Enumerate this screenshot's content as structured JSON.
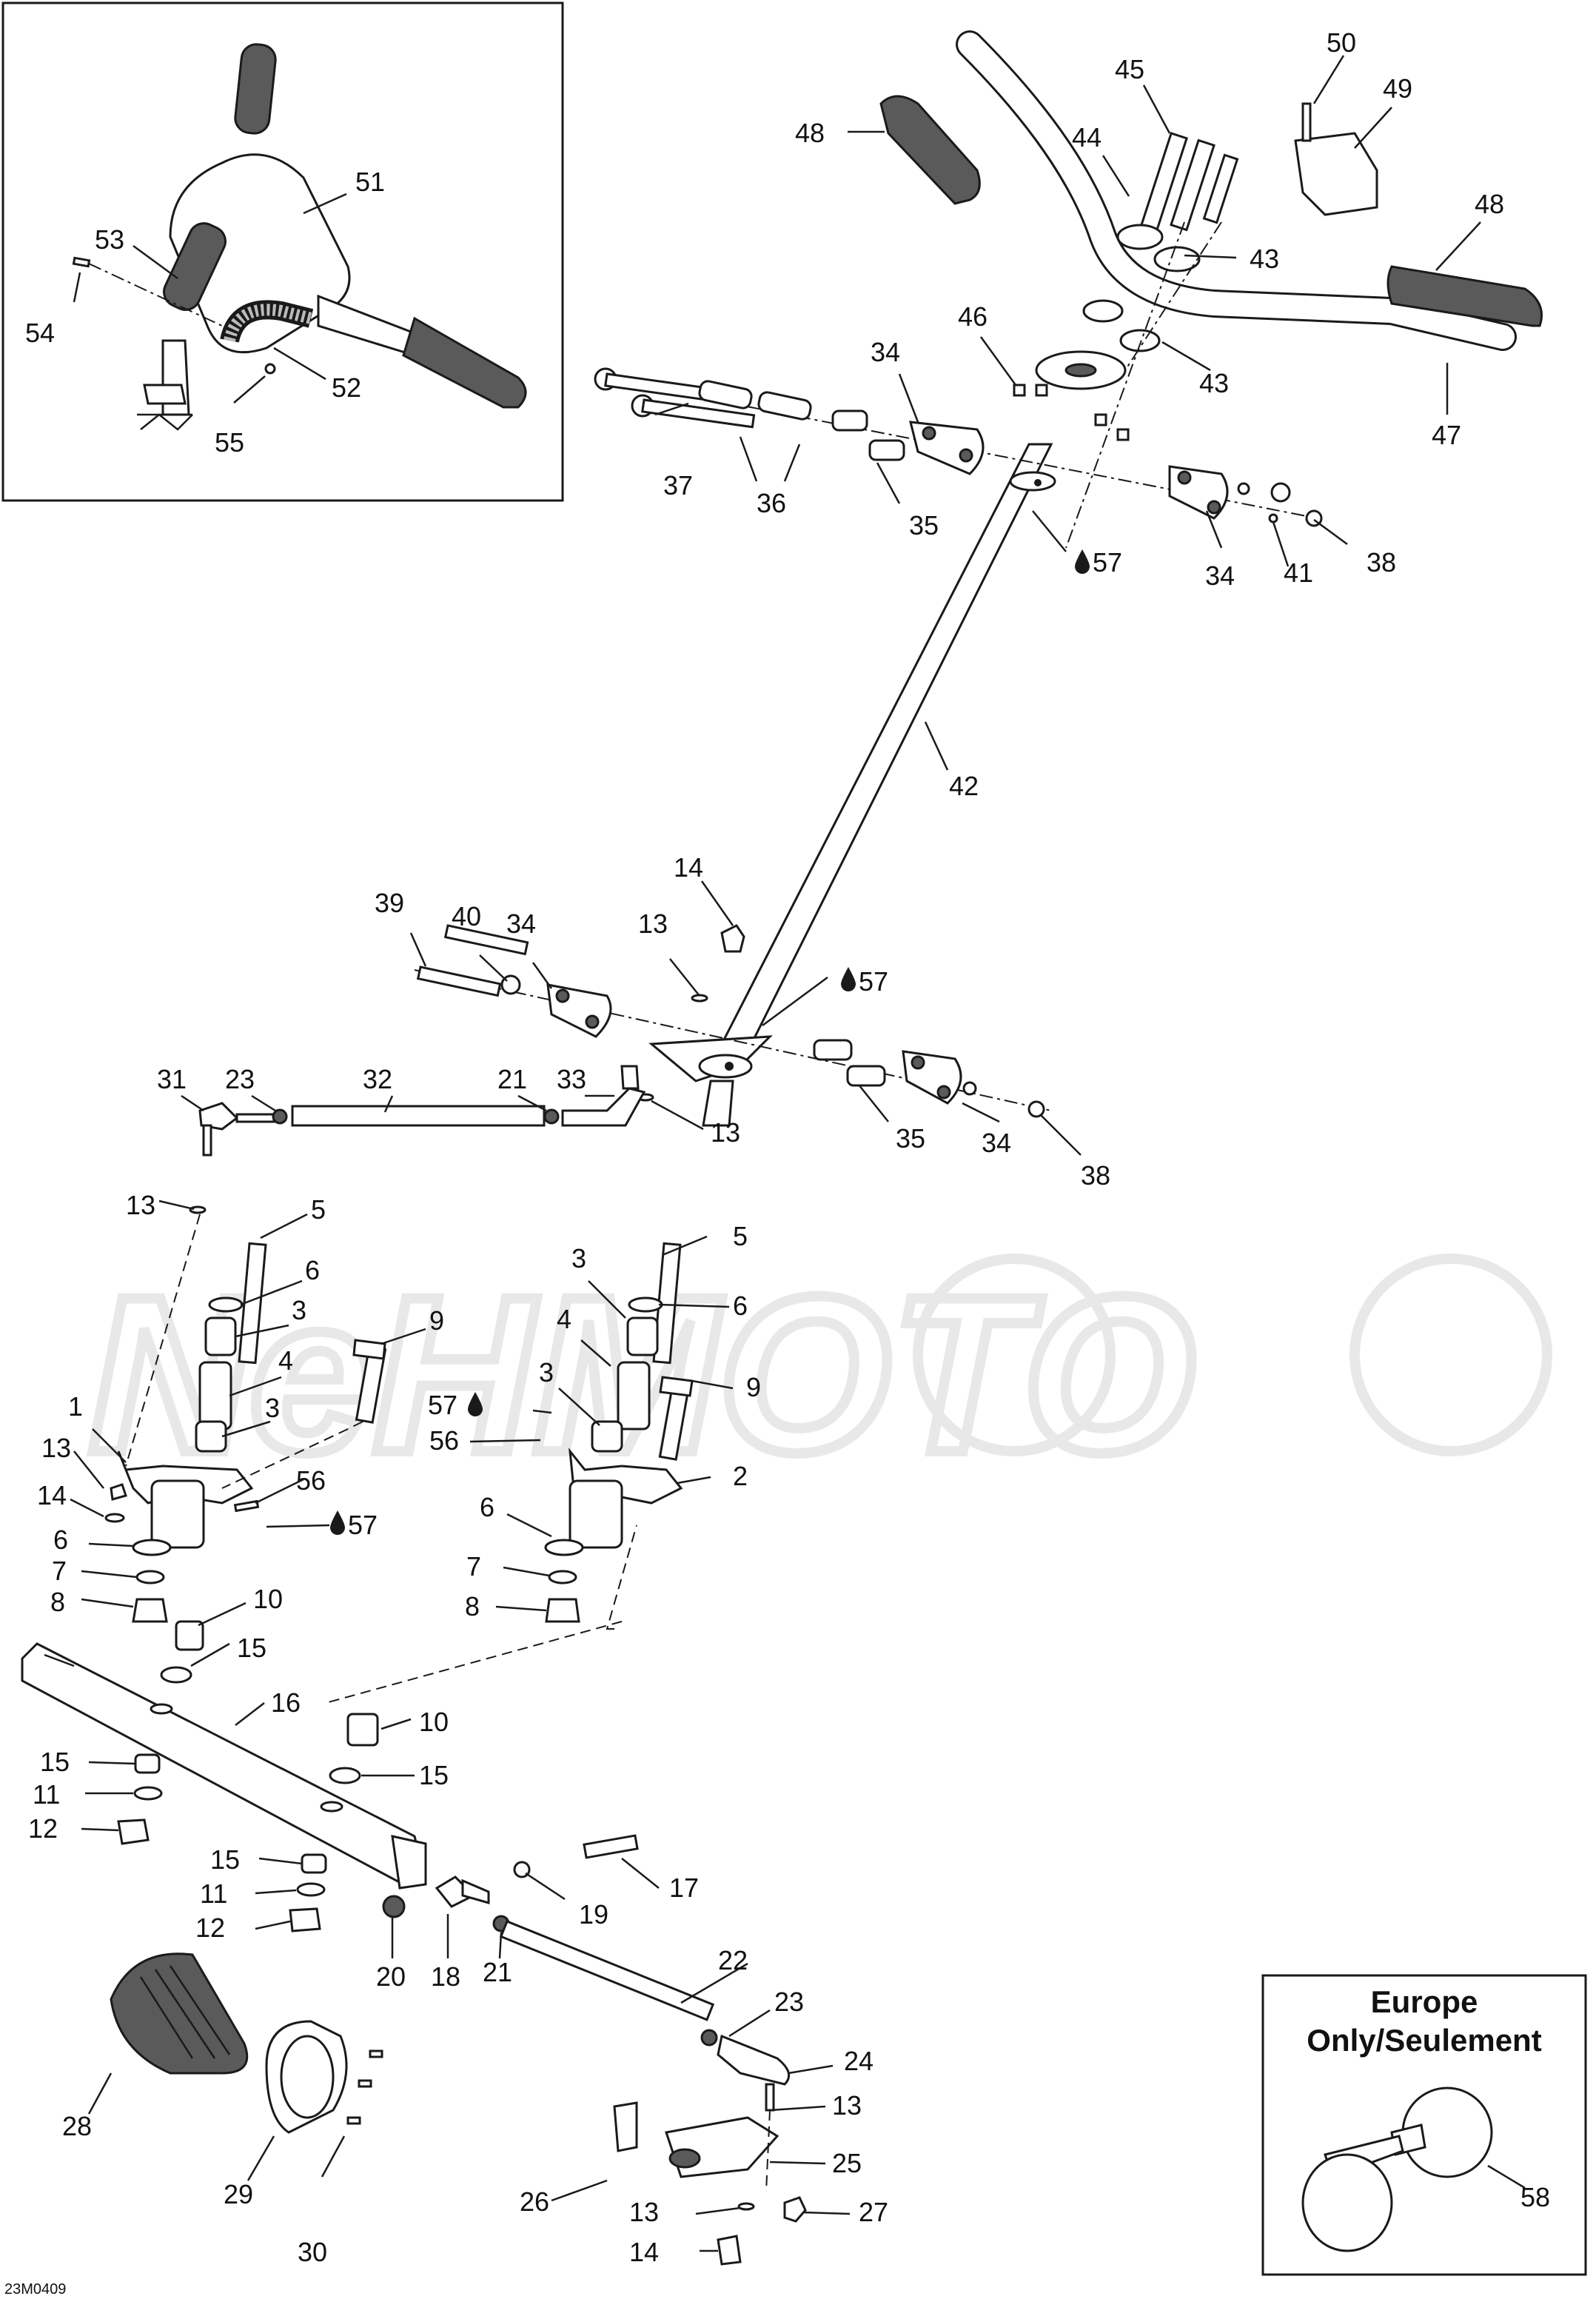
{
  "drawing_code": "23M0409",
  "inset_box": {
    "title_line1": "Europe",
    "title_line2": "Only/Seulement"
  },
  "callouts": [
    {
      "id": "c51",
      "text": "51"
    },
    {
      "id": "c53",
      "text": "53"
    },
    {
      "id": "c54",
      "text": "54"
    },
    {
      "id": "c52",
      "text": "52"
    },
    {
      "id": "c55",
      "text": "55"
    },
    {
      "id": "c48a",
      "text": "48"
    },
    {
      "id": "c45",
      "text": "45"
    },
    {
      "id": "c44",
      "text": "44"
    },
    {
      "id": "c50",
      "text": "50"
    },
    {
      "id": "c49",
      "text": "49"
    },
    {
      "id": "c48b",
      "text": "48"
    },
    {
      "id": "c43a",
      "text": "43"
    },
    {
      "id": "c43b",
      "text": "43"
    },
    {
      "id": "c46",
      "text": "46"
    },
    {
      "id": "c47",
      "text": "47"
    },
    {
      "id": "c34a",
      "text": "34"
    },
    {
      "id": "c37",
      "text": "37"
    },
    {
      "id": "c36",
      "text": "36"
    },
    {
      "id": "c35a",
      "text": "35"
    },
    {
      "id": "c57a",
      "text": "57"
    },
    {
      "id": "c34b",
      "text": "34"
    },
    {
      "id": "c41",
      "text": "41"
    },
    {
      "id": "c38a",
      "text": "38"
    },
    {
      "id": "c42",
      "text": "42"
    },
    {
      "id": "c14a",
      "text": "14"
    },
    {
      "id": "c39",
      "text": "39"
    },
    {
      "id": "c40",
      "text": "40"
    },
    {
      "id": "c34c",
      "text": "34"
    },
    {
      "id": "c13a",
      "text": "13"
    },
    {
      "id": "c57b",
      "text": "57"
    },
    {
      "id": "c31",
      "text": "31"
    },
    {
      "id": "c23a",
      "text": "23"
    },
    {
      "id": "c32",
      "text": "32"
    },
    {
      "id": "c21a",
      "text": "21"
    },
    {
      "id": "c33",
      "text": "33"
    },
    {
      "id": "c13b",
      "text": "13"
    },
    {
      "id": "c35b",
      "text": "35"
    },
    {
      "id": "c34d",
      "text": "34"
    },
    {
      "id": "c38b",
      "text": "38"
    },
    {
      "id": "c13c",
      "text": "13"
    },
    {
      "id": "c5a",
      "text": "5"
    },
    {
      "id": "c6a",
      "text": "6"
    },
    {
      "id": "c3a",
      "text": "3"
    },
    {
      "id": "c4a",
      "text": "4"
    },
    {
      "id": "c3b",
      "text": "3"
    },
    {
      "id": "c9a",
      "text": "9"
    },
    {
      "id": "c1",
      "text": "1"
    },
    {
      "id": "c13d",
      "text": "13"
    },
    {
      "id": "c14b",
      "text": "14"
    },
    {
      "id": "c56a",
      "text": "56"
    },
    {
      "id": "c57c",
      "text": "57"
    },
    {
      "id": "c6b",
      "text": "6"
    },
    {
      "id": "c7a",
      "text": "7"
    },
    {
      "id": "c8a",
      "text": "8"
    },
    {
      "id": "c5b",
      "text": "5"
    },
    {
      "id": "c3c",
      "text": "3"
    },
    {
      "id": "c6c",
      "text": "6"
    },
    {
      "id": "c4b",
      "text": "4"
    },
    {
      "id": "c9b",
      "text": "9"
    },
    {
      "id": "c3d",
      "text": "3"
    },
    {
      "id": "c57d",
      "text": "57"
    },
    {
      "id": "c56b",
      "text": "56"
    },
    {
      "id": "c2",
      "text": "2"
    },
    {
      "id": "c6d",
      "text": "6"
    },
    {
      "id": "c7b",
      "text": "7"
    },
    {
      "id": "c8b",
      "text": "8"
    },
    {
      "id": "c10a",
      "text": "10"
    },
    {
      "id": "c15a",
      "text": "15"
    },
    {
      "id": "c16",
      "text": "16"
    },
    {
      "id": "c10b",
      "text": "10"
    },
    {
      "id": "c15b",
      "text": "15"
    },
    {
      "id": "c15c",
      "text": "15"
    },
    {
      "id": "c11a",
      "text": "11"
    },
    {
      "id": "c12a",
      "text": "12"
    },
    {
      "id": "c15d",
      "text": "15"
    },
    {
      "id": "c11b",
      "text": "11"
    },
    {
      "id": "c12b",
      "text": "12"
    },
    {
      "id": "c17",
      "text": "17"
    },
    {
      "id": "c19",
      "text": "19"
    },
    {
      "id": "c20",
      "text": "20"
    },
    {
      "id": "c18",
      "text": "18"
    },
    {
      "id": "c21b",
      "text": "21"
    },
    {
      "id": "c22",
      "text": "22"
    },
    {
      "id": "c23b",
      "text": "23"
    },
    {
      "id": "c24",
      "text": "24"
    },
    {
      "id": "c13e",
      "text": "13"
    },
    {
      "id": "c25",
      "text": "25"
    },
    {
      "id": "c26",
      "text": "26"
    },
    {
      "id": "c13f",
      "text": "13"
    },
    {
      "id": "c27",
      "text": "27"
    },
    {
      "id": "c14c",
      "text": "14"
    },
    {
      "id": "c28",
      "text": "28"
    },
    {
      "id": "c29",
      "text": "29"
    },
    {
      "id": "c30",
      "text": "30"
    },
    {
      "id": "c58",
      "text": "58"
    }
  ]
}
